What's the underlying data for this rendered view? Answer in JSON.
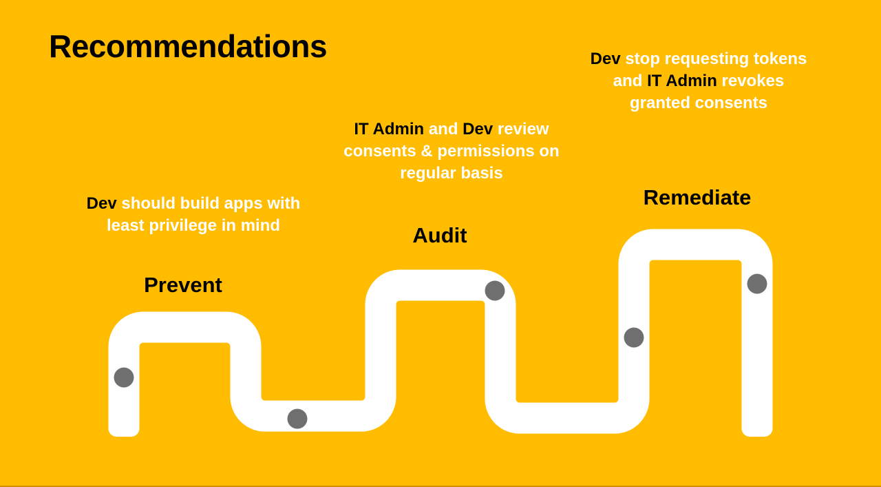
{
  "colors": {
    "background": "#FFBC00",
    "road": "#FFFFFF",
    "dot": "#6F6F6F",
    "text_dark": "#000000",
    "text_light": "#FFFFFF"
  },
  "slide": {
    "title": "Recommendations"
  },
  "stages": [
    {
      "label": "Prevent",
      "annotation_lines": [
        [
          {
            "t": "Dev",
            "c": "dark"
          },
          {
            "t": " should build apps with",
            "c": "light"
          }
        ],
        [
          {
            "t": "least privilege in mind",
            "c": "light"
          }
        ]
      ]
    },
    {
      "label": "Audit",
      "annotation_lines": [
        [
          {
            "t": "IT Admin",
            "c": "dark"
          },
          {
            "t": " and ",
            "c": "light"
          },
          {
            "t": "Dev",
            "c": "dark"
          },
          {
            "t": " review",
            "c": "light"
          }
        ],
        [
          {
            "t": "consents & permissions on",
            "c": "light"
          }
        ],
        [
          {
            "t": "regular basis",
            "c": "light"
          }
        ]
      ]
    },
    {
      "label": "Remediate",
      "annotation_lines": [
        [
          {
            "t": "Dev",
            "c": "dark"
          },
          {
            "t": " stop requesting tokens",
            "c": "light"
          }
        ],
        [
          {
            "t": "and ",
            "c": "light"
          },
          {
            "t": "IT Admin",
            "c": "dark"
          },
          {
            "t": " revokes",
            "c": "light"
          }
        ],
        [
          {
            "t": "granted consents",
            "c": "light"
          }
        ]
      ]
    }
  ]
}
